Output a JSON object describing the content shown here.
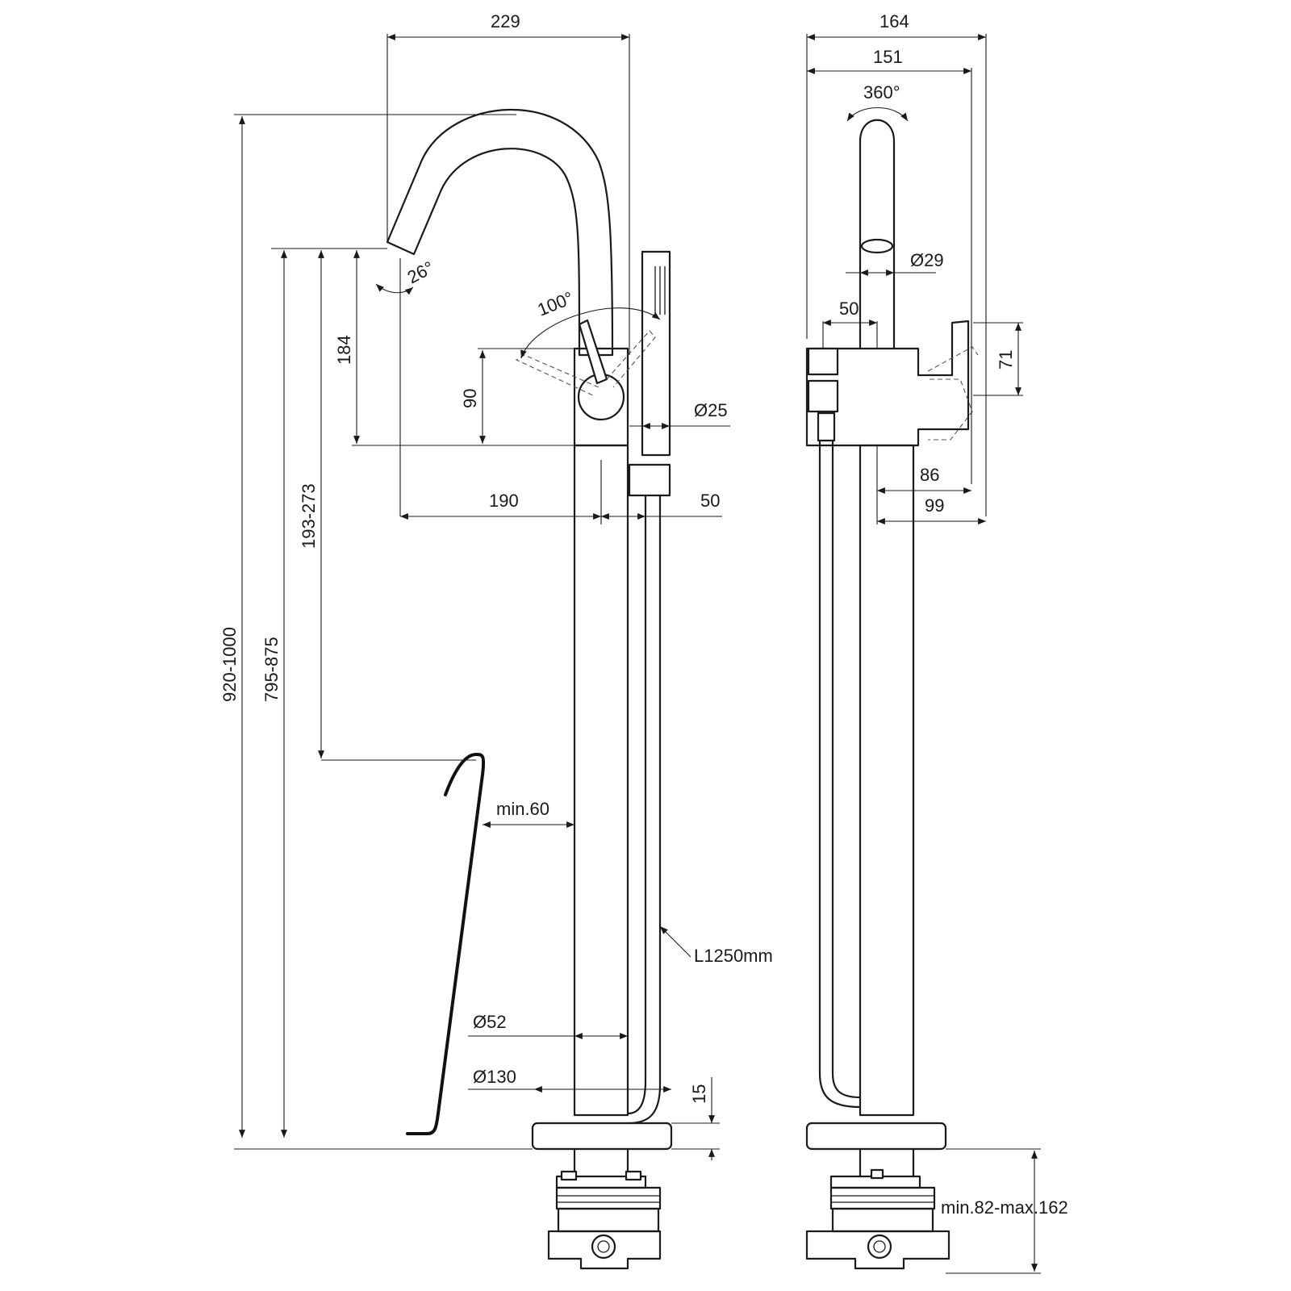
{
  "dimensions": {
    "d229": "229",
    "d164": "164",
    "d151": "151",
    "d360": "360°",
    "d26": "26°",
    "d100": "100°",
    "dia29": "Ø29",
    "d50_top": "50",
    "d71": "71",
    "d184": "184",
    "d90": "90",
    "dia25": "Ø25",
    "d86": "86",
    "d99": "99",
    "d190": "190",
    "d50_side": "50",
    "d193_273": "193-273",
    "d920_1000": "920-1000",
    "d795_875": "795-875",
    "min60": "min.60",
    "hose": "L1250mm",
    "dia52": "Ø52",
    "dia130": "Ø130",
    "d15": "15",
    "min82_max162": "min.82-max.162"
  }
}
